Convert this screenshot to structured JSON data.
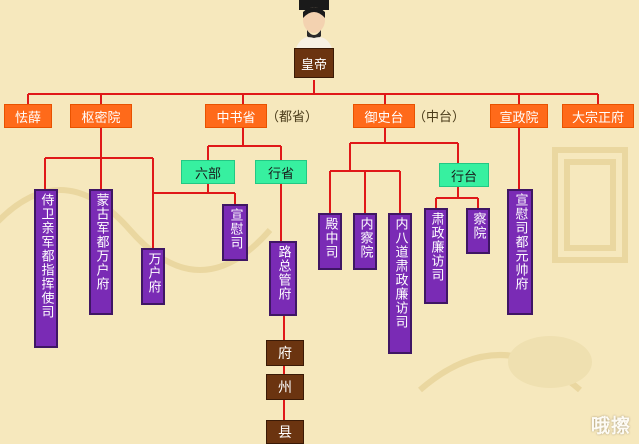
{
  "emperor": {
    "label": "皇帝"
  },
  "level1": [
    {
      "id": "qiexue",
      "label": "怯薛"
    },
    {
      "id": "shumiyuan",
      "label": "枢密院"
    },
    {
      "id": "zhongshusheng",
      "label": "中书省",
      "note": "（都省）"
    },
    {
      "id": "yushitai",
      "label": "御史台",
      "note": "（中台）"
    },
    {
      "id": "xuanzhengyuan",
      "label": "宣政院"
    },
    {
      "id": "dazongzhengfu",
      "label": "大宗正府"
    }
  ],
  "green_boxes": {
    "libu": "六部",
    "xingsheng": "行省",
    "xingtai": "行台"
  },
  "purple_boxes": {
    "shiwei": "侍卫亲军都指挥使司",
    "menggu": "蒙古军都万户府",
    "wanhufu": "万户府",
    "xuanweisi": "宣慰司",
    "luzongguanfu": "路总管府",
    "dianzhongsi": "殿中司",
    "neichayuan": "内察院",
    "neibadao": "内八道肃政廉访司",
    "suzheng": "肃政廉访司",
    "chayuan": "察院",
    "xuanwei_yuanshuai": "宣慰司都元帅府"
  },
  "local_levels": [
    "府",
    "州",
    "县"
  ],
  "watermark": "哦擦",
  "colors": {
    "background": "#f6e8bd",
    "line": "#e01818",
    "orange": "#ff6a1a",
    "green": "#37f0a0",
    "purple": "#7a2bb5",
    "brown": "#6b3410"
  }
}
